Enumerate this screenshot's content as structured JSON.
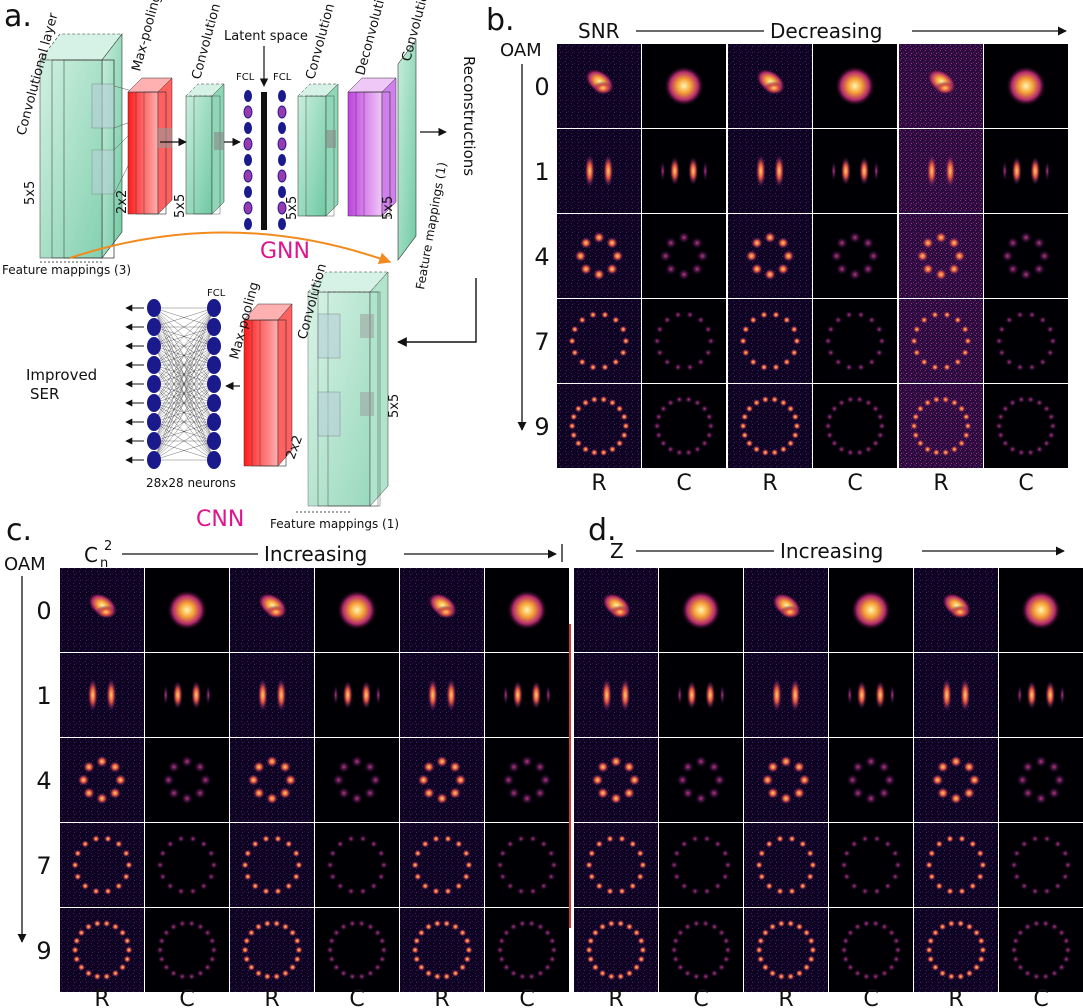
{
  "panel_a": {
    "letter": "a.",
    "labels": {
      "conv_layer": "Convolutional layer",
      "max_pool": "Max-pooling",
      "conv": "Convolution",
      "latent": "Latent space",
      "fcl1": "FCL",
      "fcl2": "FCL",
      "conv2": "Convolution",
      "deconv": "Deconvolution",
      "conv3": "Convolution",
      "k5x5_a": "5x5",
      "k2x2_a": "2x2",
      "k5x5_b": "5x5",
      "k5x5_c": "5x5",
      "k5x5_d": "5x5",
      "feat1": "Feature mappings (1)",
      "reconstructions": "Reconstructions",
      "feat3": "Feature mappings (3)",
      "gnn": "GNN",
      "fcl3": "FCL",
      "max_pool2": "Max-pooling",
      "conv4": "Convolution",
      "improved1": "Improved",
      "improved2": "SER",
      "k2x2_b": "2x2",
      "k5x5_e": "5x5",
      "neurons": "28x28 neurons",
      "cnn": "CNN",
      "feat1b": "Feature mappings (1)"
    },
    "colors": {
      "teal": "#9fdcc3",
      "red": "#ff2020",
      "purple": "#d96ff0",
      "navy": "#1a1a8c",
      "orange": "#f28a1e",
      "magenta": "#e0148c"
    }
  },
  "panel_b": {
    "letter": "b.",
    "axis_label": "SNR",
    "direction": "Decreasing",
    "row_header": "OAM",
    "rows": [
      "0",
      "1",
      "4",
      "7",
      "9"
    ],
    "cols": [
      "R",
      "C",
      "R",
      "C",
      "R",
      "C"
    ]
  },
  "panel_c": {
    "letter": "c.",
    "axis_label_base": "C",
    "axis_label_sup": "2",
    "axis_label_sub": "n",
    "direction": "Increasing",
    "row_header": "OAM",
    "rows": [
      "0",
      "1",
      "4",
      "7",
      "9"
    ],
    "cols": [
      "R",
      "C",
      "R",
      "C",
      "R",
      "C"
    ]
  },
  "panel_d": {
    "letter": "d.",
    "axis_label": "Z",
    "direction": "Increasing",
    "cols": [
      "R",
      "C",
      "R",
      "C",
      "R",
      "C"
    ]
  }
}
